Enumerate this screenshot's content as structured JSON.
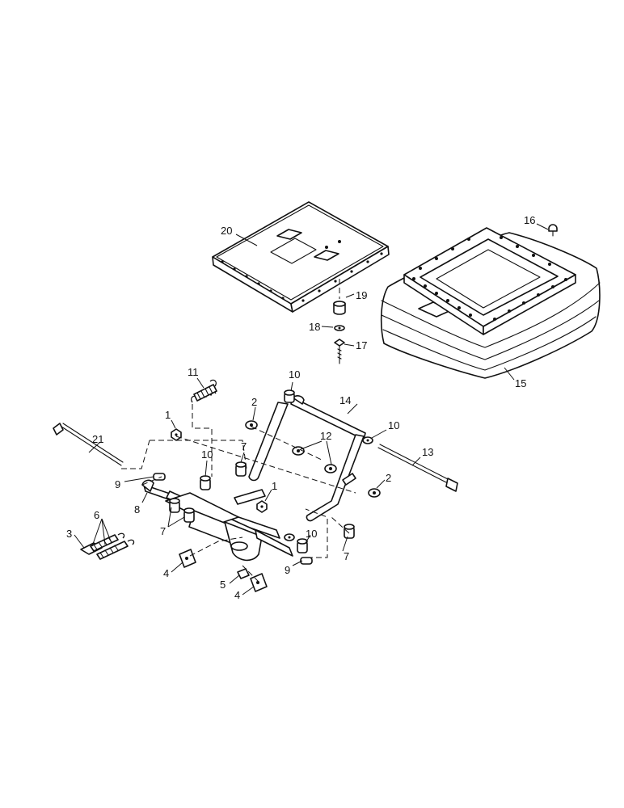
{
  "diagram": {
    "callouts": [
      {
        "id": "c20",
        "text": "20"
      },
      {
        "id": "c16",
        "text": "16"
      },
      {
        "id": "c19",
        "text": "19"
      },
      {
        "id": "c18",
        "text": "18"
      },
      {
        "id": "c17",
        "text": "17"
      },
      {
        "id": "c15",
        "text": "15"
      },
      {
        "id": "c11",
        "text": "11"
      },
      {
        "id": "c10a",
        "text": "10"
      },
      {
        "id": "c14",
        "text": "14"
      },
      {
        "id": "c2a",
        "text": "2"
      },
      {
        "id": "c1a",
        "text": "1"
      },
      {
        "id": "c21",
        "text": "21"
      },
      {
        "id": "c7a",
        "text": "7"
      },
      {
        "id": "c12",
        "text": "12"
      },
      {
        "id": "c10b",
        "text": "10"
      },
      {
        "id": "c10c",
        "text": "10"
      },
      {
        "id": "c13",
        "text": "13"
      },
      {
        "id": "c9a",
        "text": "9"
      },
      {
        "id": "c1b",
        "text": "1"
      },
      {
        "id": "c2b",
        "text": "2"
      },
      {
        "id": "c8",
        "text": "8"
      },
      {
        "id": "c6",
        "text": "6"
      },
      {
        "id": "c7b",
        "text": "7"
      },
      {
        "id": "c3",
        "text": "3"
      },
      {
        "id": "c10d",
        "text": "10"
      },
      {
        "id": "c7c",
        "text": "7"
      },
      {
        "id": "c4a",
        "text": "4"
      },
      {
        "id": "c9b",
        "text": "9"
      },
      {
        "id": "c5",
        "text": "5"
      },
      {
        "id": "c4b",
        "text": "4"
      }
    ]
  }
}
